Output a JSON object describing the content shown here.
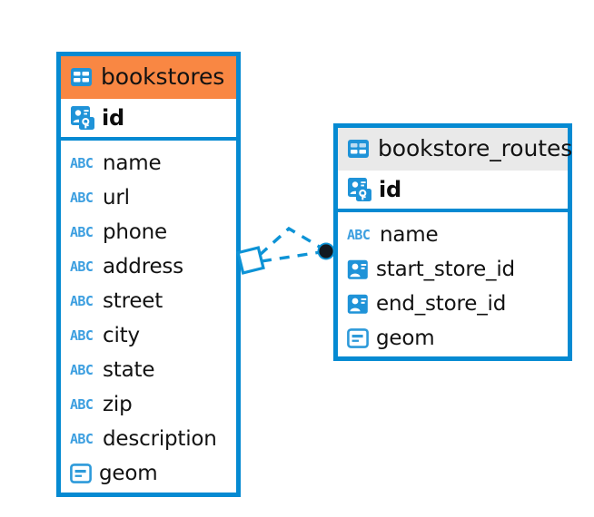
{
  "diagram": {
    "type": "entity-relationship-diagram",
    "background": "#ffffff",
    "accent_color": "#058ad2",
    "highlight_color": "#f98743",
    "header_plain_color": "#e9e9e9"
  },
  "entities": [
    {
      "name": "bookstores",
      "header_style": "accent",
      "table_icon": "table-icon",
      "primary_key": {
        "label": "id",
        "icon": "primary-key-icon"
      },
      "fields": [
        {
          "label": "name",
          "icon": "abc-icon",
          "type": "text"
        },
        {
          "label": "url",
          "icon": "abc-icon",
          "type": "text"
        },
        {
          "label": "phone",
          "icon": "abc-icon",
          "type": "text"
        },
        {
          "label": "address",
          "icon": "abc-icon",
          "type": "text"
        },
        {
          "label": "street",
          "icon": "abc-icon",
          "type": "text"
        },
        {
          "label": "city",
          "icon": "abc-icon",
          "type": "text"
        },
        {
          "label": "state",
          "icon": "abc-icon",
          "type": "text"
        },
        {
          "label": "zip",
          "icon": "abc-icon",
          "type": "text"
        },
        {
          "label": "description",
          "icon": "abc-icon",
          "type": "text"
        },
        {
          "label": "geom",
          "icon": "geometry-icon",
          "type": "geometry"
        }
      ]
    },
    {
      "name": "bookstore_routes",
      "header_style": "plain",
      "table_icon": "table-icon",
      "primary_key": {
        "label": "id",
        "icon": "primary-key-icon"
      },
      "fields": [
        {
          "label": "name",
          "icon": "abc-icon",
          "type": "text"
        },
        {
          "label": "start_store_id",
          "icon": "foreign-key-icon",
          "type": "reference"
        },
        {
          "label": "end_store_id",
          "icon": "foreign-key-icon",
          "type": "reference"
        },
        {
          "label": "geom",
          "icon": "geometry-icon",
          "type": "geometry"
        }
      ]
    }
  ],
  "relationship": {
    "name": "bookstores-to-bookstore-routes",
    "source_endpoint": "diamond",
    "target_endpoint": "filled-circle",
    "line_style": "dashed",
    "line_color": "#0d93d6",
    "endpoint_fill": "#ffffff",
    "target_fill": "#111820"
  },
  "icon_labels": {
    "abc": "ABC"
  }
}
